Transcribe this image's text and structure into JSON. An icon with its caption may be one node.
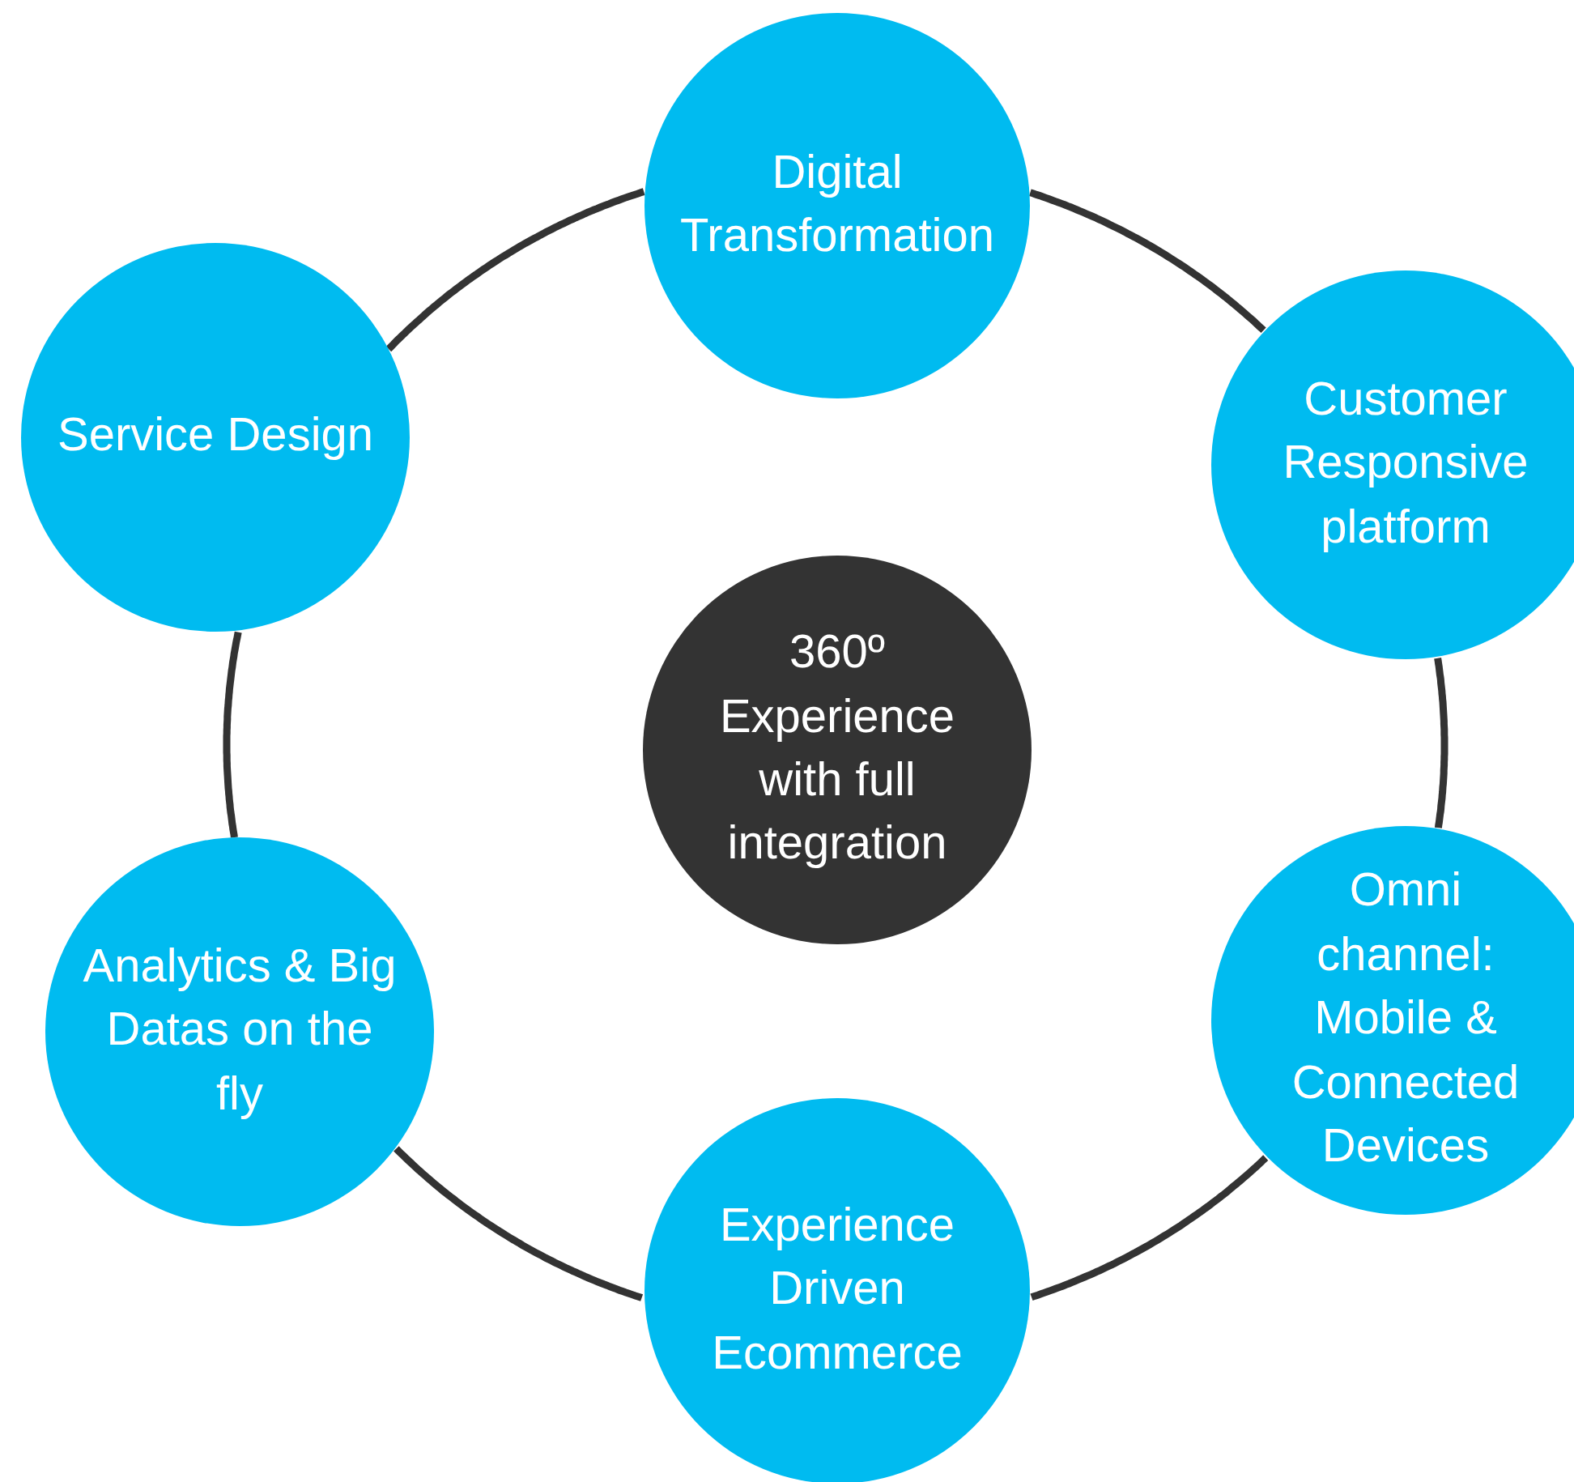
{
  "diagram": {
    "nodes": [
      {
        "text": [
          "Digital Transformation"
        ]
      },
      {
        "text": [
          "Service Design"
        ]
      },
      {
        "text": [
          "Customer Responsive platform"
        ]
      },
      {
        "text": [
          "360º Experience with full integration"
        ]
      },
      {
        "text": [
          "Analytics & Big Datas on the fly"
        ]
      },
      {
        "text": [
          "Omni channel: Mobile & Connected Devices"
        ]
      },
      {
        "text": [
          "Experience Driven Ecommerce"
        ]
      }
    ],
    "edges": [
      {
        "from": 0,
        "to": 2,
        "arrow": "none"
      },
      {
        "from": 2,
        "to": 5,
        "arrow": "none"
      },
      {
        "from": 5,
        "to": 6,
        "arrow": "none"
      },
      {
        "from": 6,
        "to": 4,
        "arrow": "none"
      },
      {
        "from": 4,
        "to": 1,
        "arrow": "none"
      },
      {
        "from": 1,
        "to": 0,
        "arrow": "none"
      }
    ]
  }
}
